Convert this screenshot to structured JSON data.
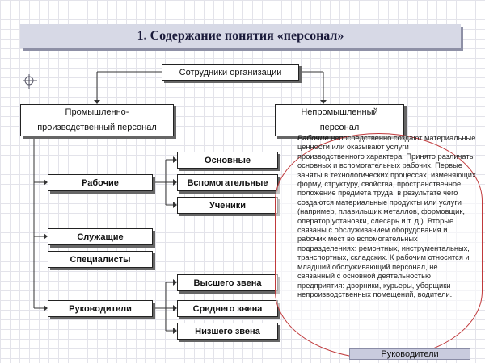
{
  "title": "1. Содержание понятия «персонал»",
  "nodes": {
    "root": "Сотрудники организации",
    "industrial_line1": "Промышленно-",
    "industrial_line2": "производственный персонал",
    "nonindustrial_line1": "Непромышленный",
    "nonindustrial_line2": "персонал",
    "workers": "Рабочие",
    "employees": "Служащие",
    "specialists": "Специалисты",
    "managers": "Руководители",
    "main": "Основные",
    "auxiliary": "Вспомогательные",
    "apprentices": "Ученики",
    "top_level": "Высшего звена",
    "middle_level": "Среднего звена",
    "lower_level": "Низшего звена"
  },
  "callout": {
    "term": "Рабочие",
    "text": " непосредственно создают материальные ценности или оказывают услуги производственного характера. Принято различать основных и вспомогательных рабочих. Первые заняты в технологических процессах, изменяющих форму, структуру, свойства, пространственное положение предмета труда, в результате чего создаются материальные продукты или услуги (например, плавильщик металлов, формовщик, оператор установки, слесарь и т. д.). Вторые связаны с обслуживанием оборудования и рабочих мест во вспомогательных подразделениях: ремонтных, инструментальных, транспортных, складских. К рабочим относится и младший обслуживающий персонал, не связанный с основной деятельностью предприятия: дворники, курьеры, уборщики непроизводственных помещений, водители."
  },
  "bottom_button": "Руководители",
  "colors": {
    "title_bg": "#d7d9e6",
    "bubble_border": "#c0393b",
    "line": "#333333"
  }
}
